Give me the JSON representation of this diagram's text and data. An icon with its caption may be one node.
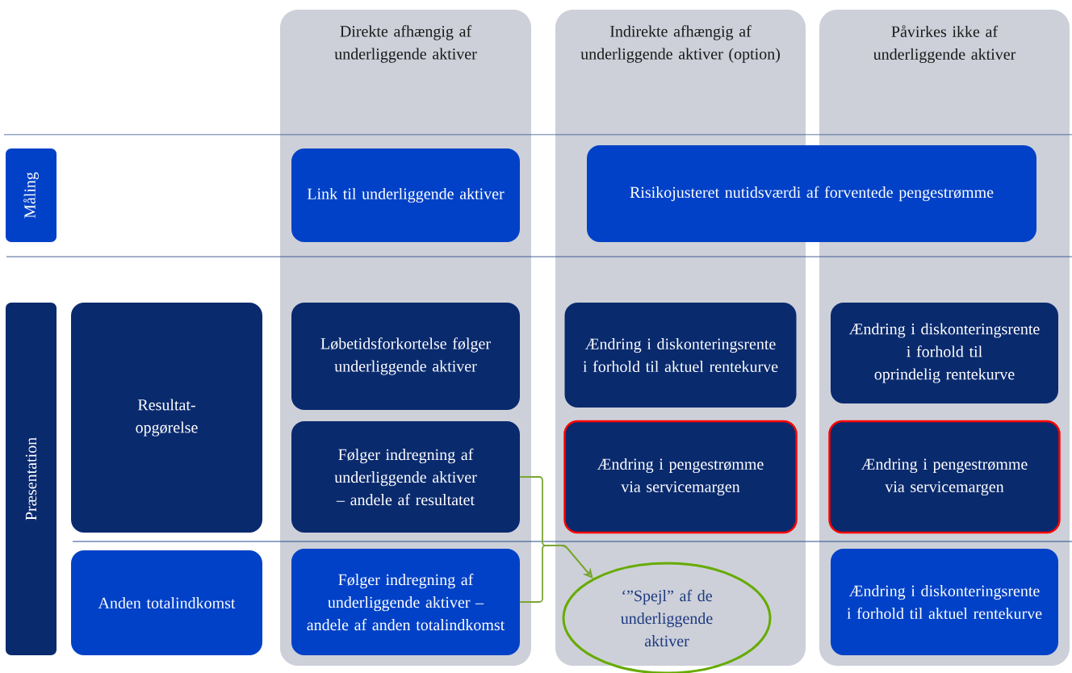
{
  "diagram": {
    "nodes": [
      {
        "text": [
          "Direkte afhængig af underliggende aktiver"
        ]
      },
      {
        "text": [
          "Indirekte afhængig af underliggende aktiver (option)"
        ]
      },
      {
        "text": [
          "Påvirkes ikke af underliggende aktiver"
        ]
      },
      {
        "text": [
          "Måling"
        ]
      },
      {
        "text": [
          "Link til underliggende aktiver"
        ],
        "in": 0
      },
      {
        "text": [
          "Risikojusteret nutidsværdi af forventede pengestrømme"
        ]
      },
      {
        "text": [
          "Præsentation"
        ]
      },
      {
        "text": [
          "Resultat-opgørelse"
        ]
      },
      {
        "text": [
          "Løbetidsforkortelse følger underliggende aktiver"
        ],
        "in": 0
      },
      {
        "text": [
          "Ændring i diskonteringsrente i forhold til aktuel rentekurve"
        ],
        "in": 1
      },
      {
        "text": [
          "Ændring i diskonteringsrente i forhold til oprindelig rentekurve"
        ],
        "in": 2
      },
      {
        "text": [
          "Følger indregning af underliggende aktiver – andele af resultatet"
        ],
        "in": 0
      },
      {
        "text": [
          "Ændring i pengestrømme via servicemargen"
        ],
        "in": 1
      },
      {
        "text": [
          "Ændring i pengestrømme via servicemargen"
        ],
        "in": 2
      },
      {
        "text": [
          "Anden totalindkomst"
        ]
      },
      {
        "text": [
          "Følger indregning af underliggende aktiver – andele af anden totalindkomst"
        ],
        "in": 0
      },
      {
        "text": [
          "‘”Spejl” af de underliggende aktiver"
        ]
      },
      {
        "text": [
          "Ændring i diskonteringsrente i forhold til aktuel rentekurve"
        ],
        "in": 2
      }
    ],
    "edges": [
      {
        "from": 11,
        "to": 16,
        "arrow": "to",
        "color": "#7aa632"
      },
      {
        "from": 15,
        "to": 16,
        "arrow": "to",
        "color": "#7aa632"
      }
    ]
  }
}
